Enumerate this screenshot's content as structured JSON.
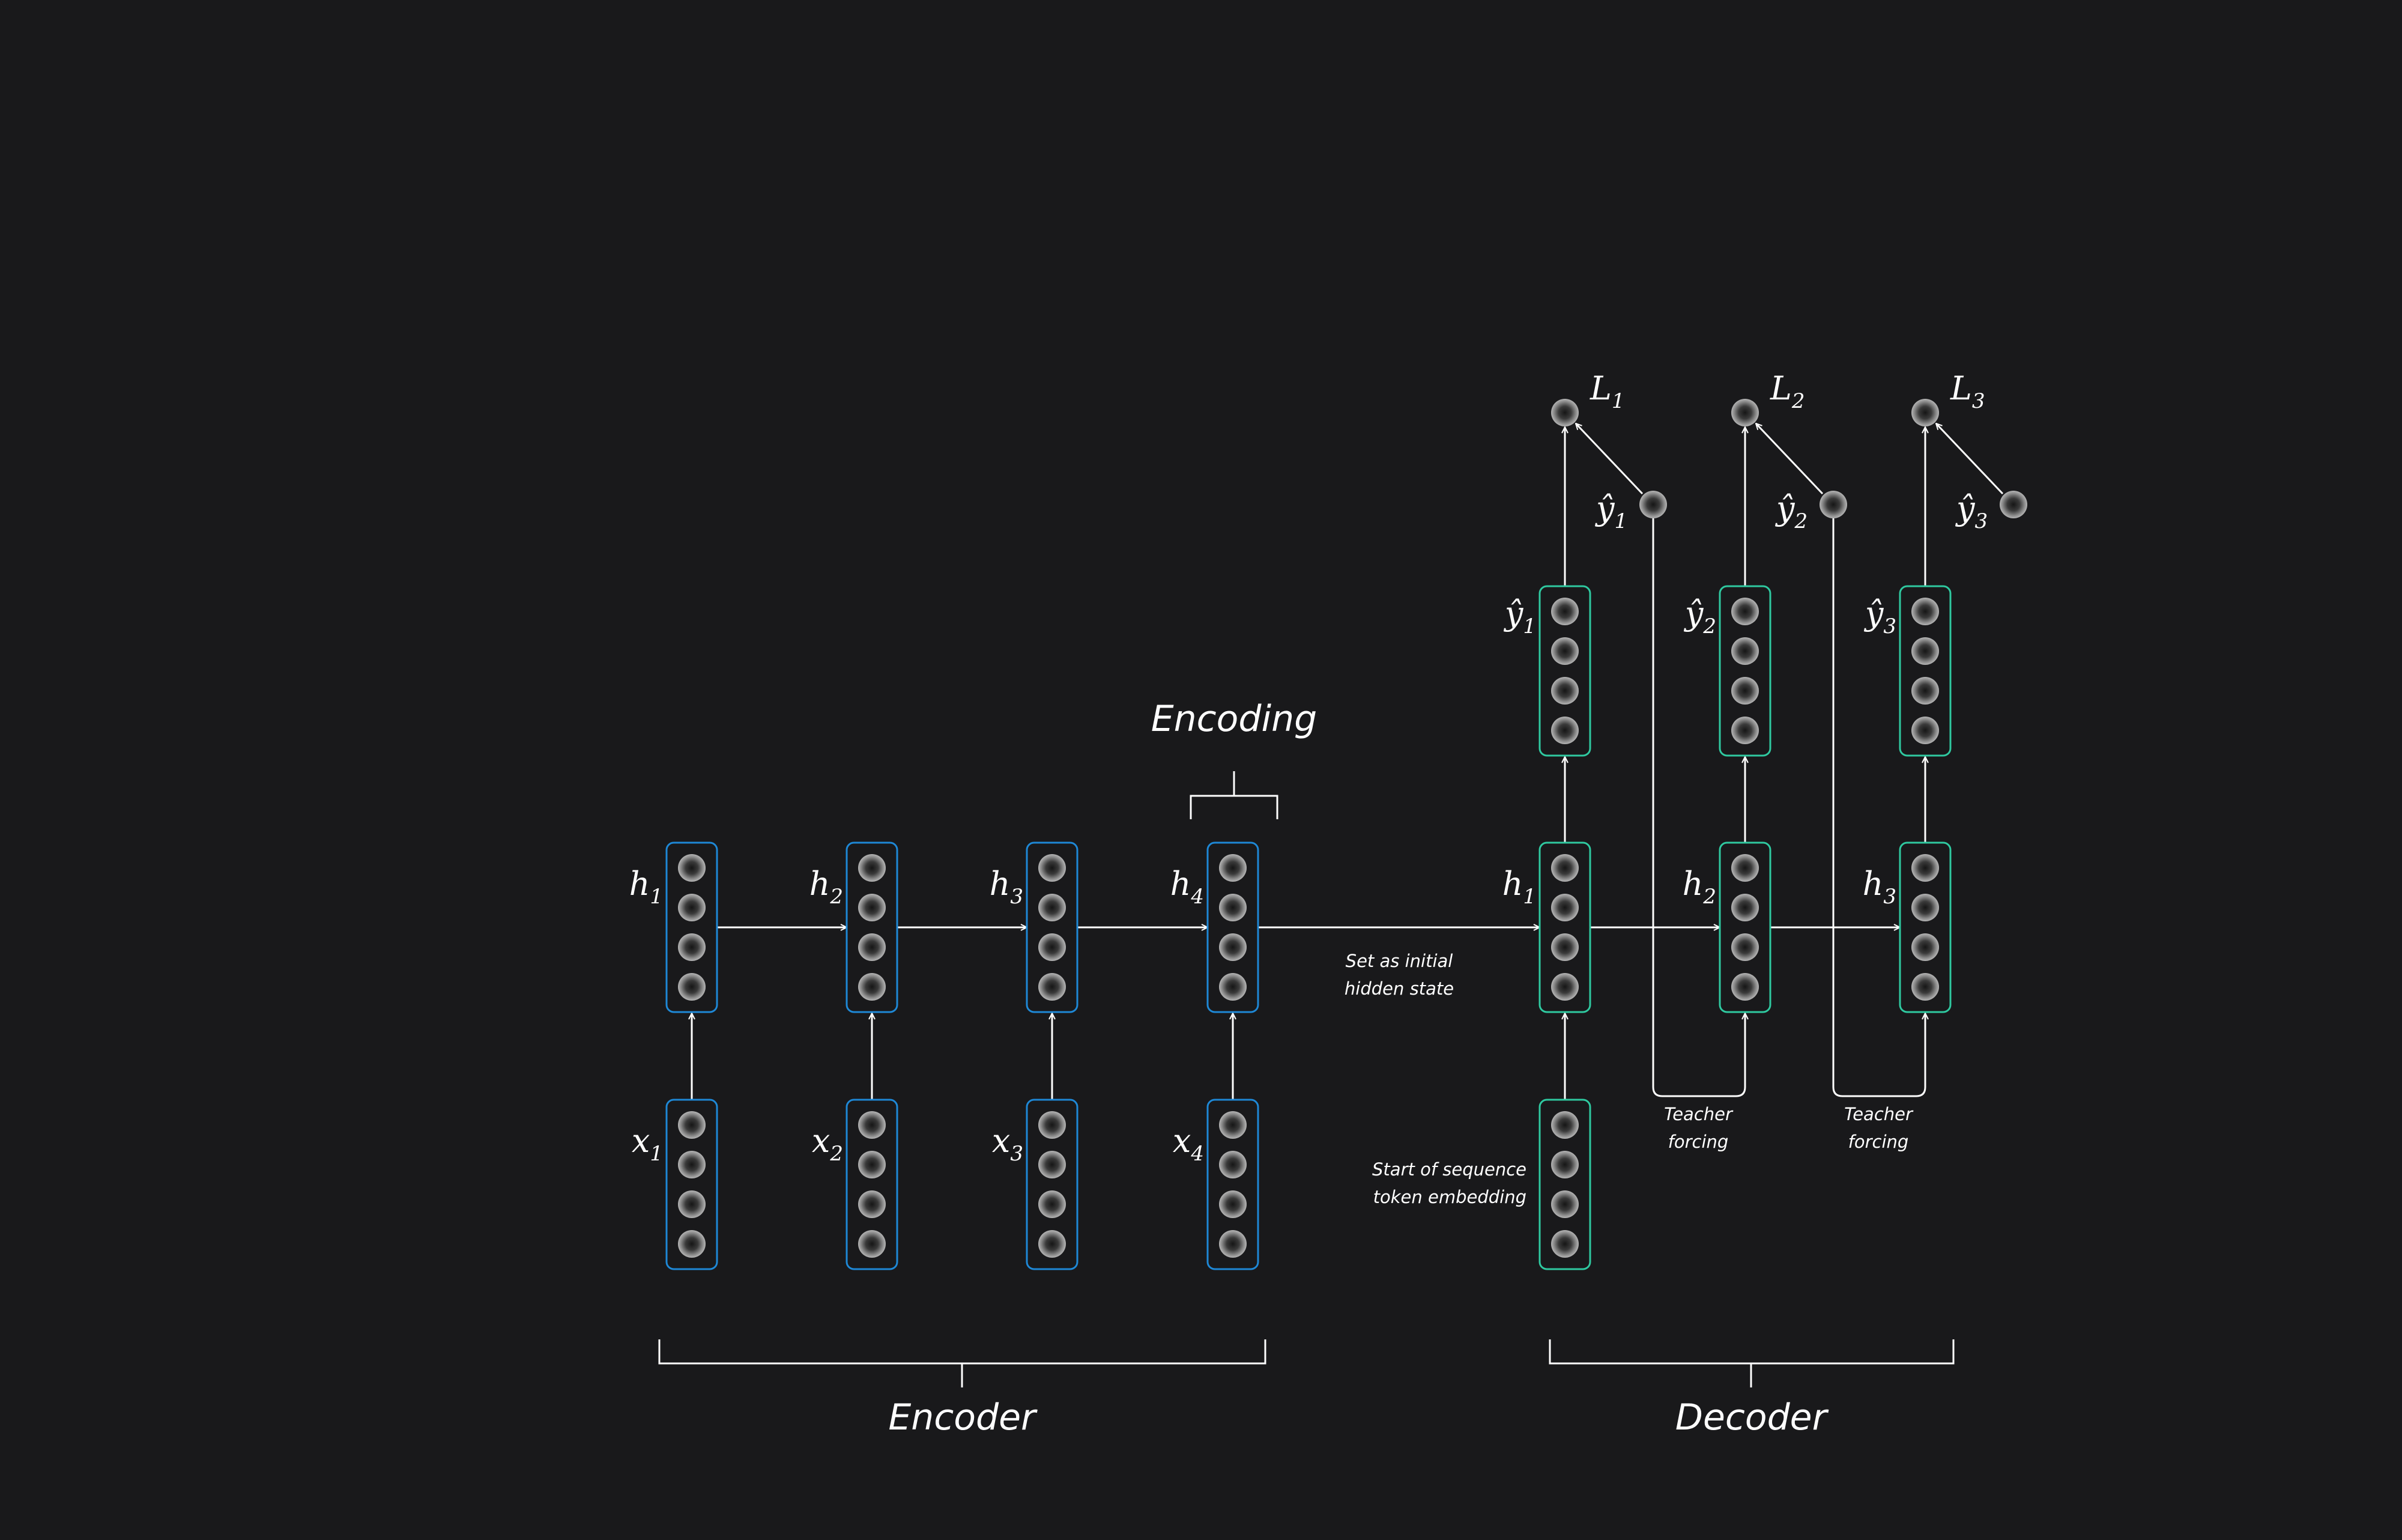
{
  "titles": {
    "encoding": "Encoding",
    "encoder": "Encoder",
    "decoder": "Decoder"
  },
  "captions": {
    "initial_state": [
      "Set as initial",
      "hidden state"
    ],
    "sos": [
      "Start of sequence",
      "token embedding"
    ],
    "teacher_forcing": [
      "Teacher",
      "forcing"
    ]
  },
  "encoder_steps": [
    {
      "x": "x",
      "x_sub": "1",
      "h": "h",
      "h_sub": "1"
    },
    {
      "x": "x",
      "x_sub": "2",
      "h": "h",
      "h_sub": "2"
    },
    {
      "x": "x",
      "x_sub": "3",
      "h": "h",
      "h_sub": "3"
    },
    {
      "x": "x",
      "x_sub": "4",
      "h": "h",
      "h_sub": "4"
    }
  ],
  "decoder_steps": [
    {
      "h": "h",
      "h_sub": "1",
      "y": "ŷ",
      "y_sub": "1",
      "loss": "L",
      "loss_sub": "1"
    },
    {
      "h": "h",
      "h_sub": "2",
      "y": "ŷ",
      "y_sub": "2",
      "loss": "L",
      "loss_sub": "2"
    },
    {
      "h": "h",
      "h_sub": "3",
      "y": "ŷ",
      "y_sub": "3",
      "loss": "L",
      "loss_sub": "3"
    }
  ],
  "colors": {
    "background": "#19191b",
    "encoder_border": "#1e88d6",
    "decoder_border": "#2fc9a0",
    "lines": "#ffffff",
    "text": "#ffffff"
  }
}
